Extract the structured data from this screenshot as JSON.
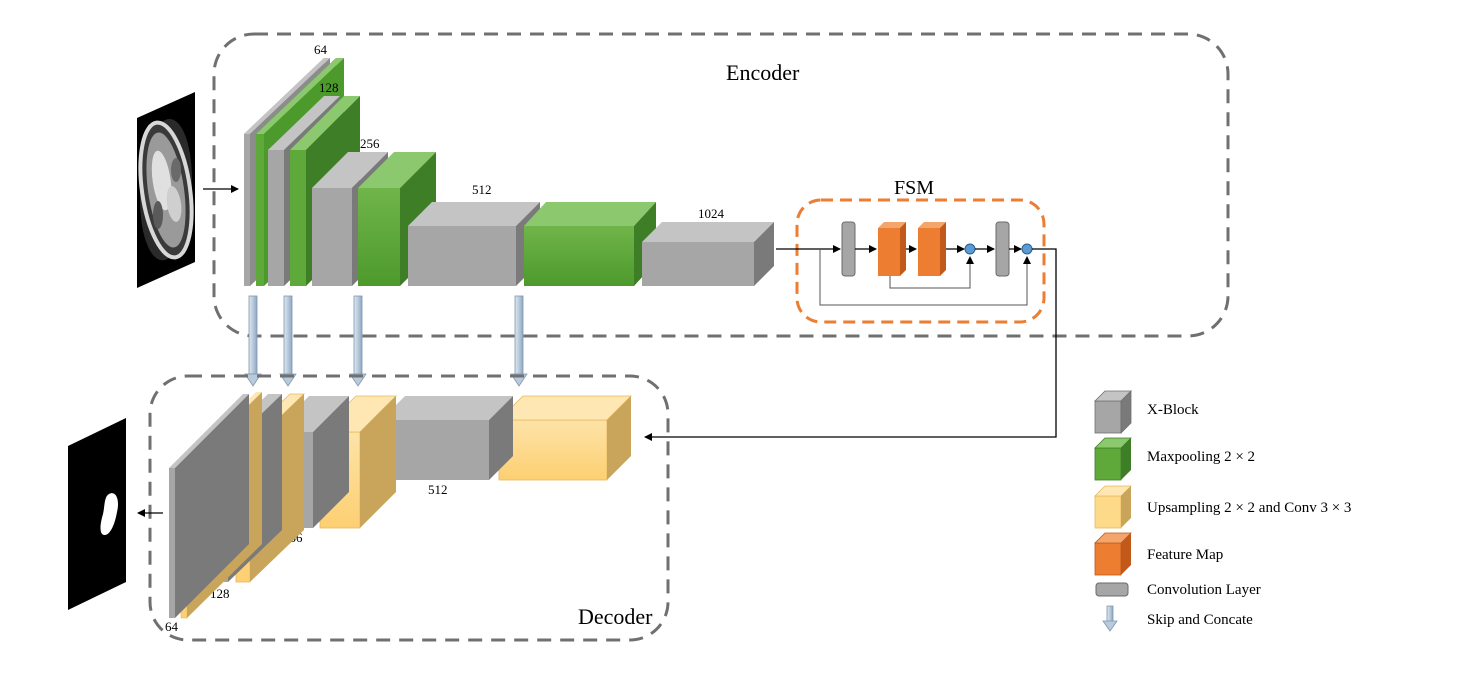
{
  "encoder": {
    "title": "Encoder",
    "channel_labels": [
      "64",
      "128",
      "256",
      "512",
      "1024"
    ]
  },
  "fsm": {
    "title": "FSM"
  },
  "decoder": {
    "title": "Decoder",
    "channel_labels": [
      "512",
      "256",
      "128",
      "64"
    ]
  },
  "legend": {
    "items": [
      {
        "label": "X-Block",
        "icon": "gray-cube-icon"
      },
      {
        "label": "Maxpooling 2 × 2",
        "icon": "green-cube-icon"
      },
      {
        "label": "Upsampling 2 × 2 and Conv 3 × 3",
        "icon": "yellow-cube-icon"
      },
      {
        "label": "Feature Map",
        "icon": "orange-cube-icon"
      },
      {
        "label": "Convolution Layer",
        "icon": "conv-layer-icon"
      },
      {
        "label": "Skip and Concate",
        "icon": "skip-arrow-icon"
      }
    ]
  },
  "colors": {
    "gray_front": "#a6a6a6",
    "gray_top": "#c4c4c4",
    "gray_side": "#7a7a7a",
    "green_front": "#5fa83a",
    "green_top": "#8cc96e",
    "green_side": "#3e7e27",
    "yellow_front": "#fdd98a",
    "yellow_top": "#ffe7b4",
    "yellow_side": "#c9a55b",
    "orange_front": "#ed7d31",
    "orange_top": "#f4a56c",
    "orange_side": "#c0591a",
    "fsm_border": "#ed7d31",
    "dash_border": "#707070",
    "skip_arrow": "#9fb6cc"
  }
}
